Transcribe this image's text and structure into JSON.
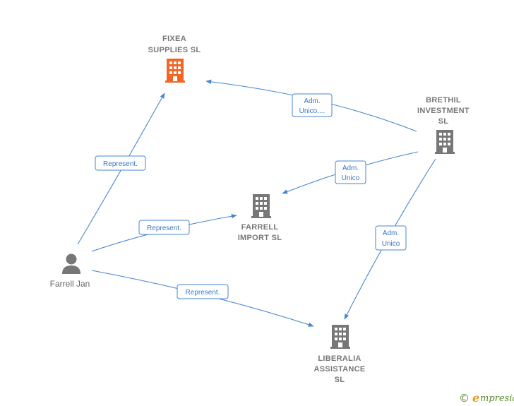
{
  "nodes": {
    "fixea": {
      "lines": [
        "FIXEA",
        "SUPPLIES  SL"
      ],
      "color": "#f26522",
      "icon": "building-icon"
    },
    "brethil": {
      "lines": [
        "BRETHIL",
        "INVESTMENT",
        "SL"
      ],
      "color": "#777777",
      "icon": "building-icon"
    },
    "farrell_import": {
      "lines": [
        "FARRELL",
        "IMPORT  SL"
      ],
      "color": "#777777",
      "icon": "building-icon"
    },
    "liberalia": {
      "lines": [
        "LIBERALIA",
        "ASSISTANCE",
        "SL"
      ],
      "color": "#777777",
      "icon": "building-icon"
    },
    "farrell_jan": {
      "lines": [
        "Farrell Jan"
      ],
      "color": "#777777",
      "icon": "person-icon"
    }
  },
  "edges": {
    "e1": {
      "lines": [
        "Adm.",
        "Unico,..."
      ]
    },
    "e2": {
      "lines": [
        "Adm.",
        "Unico"
      ]
    },
    "e3": {
      "lines": [
        "Adm.",
        "Unico"
      ]
    },
    "e4": {
      "lines": [
        "Represent."
      ]
    },
    "e5": {
      "lines": [
        "Represent."
      ]
    },
    "e6": {
      "lines": [
        "Represent."
      ]
    }
  },
  "colors": {
    "edge": "#4a86d0",
    "accent": "#f26522",
    "node": "#777777"
  },
  "brand": {
    "copyright": "©",
    "initial": "e",
    "name": "mpresia"
  }
}
